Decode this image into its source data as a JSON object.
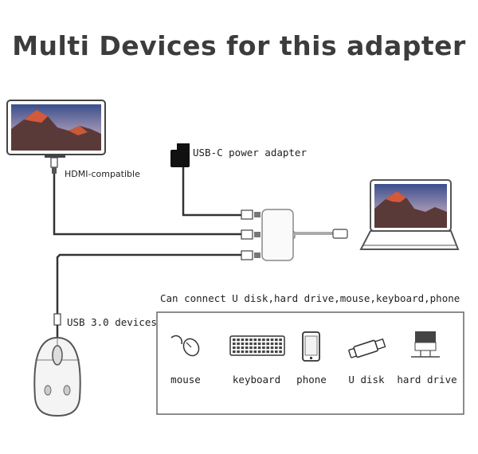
{
  "title": "Multi Devices for this adapter",
  "labels": {
    "hdmi": "HDMI-compatible",
    "usbc_power": "USB-C power adapter",
    "usb3": "USB 3.0 devices",
    "connect_caption": "Can connect U disk,hard drive,mouse,keyboard,phone"
  },
  "devices": [
    {
      "label": "mouse",
      "icon": "mouse-icon"
    },
    {
      "label": "keyboard",
      "icon": "keyboard-icon"
    },
    {
      "label": "phone",
      "icon": "phone-icon"
    },
    {
      "label": "U disk",
      "icon": "u-disk-icon"
    },
    {
      "label": "hard drive",
      "icon": "hard-drive-icon"
    }
  ]
}
